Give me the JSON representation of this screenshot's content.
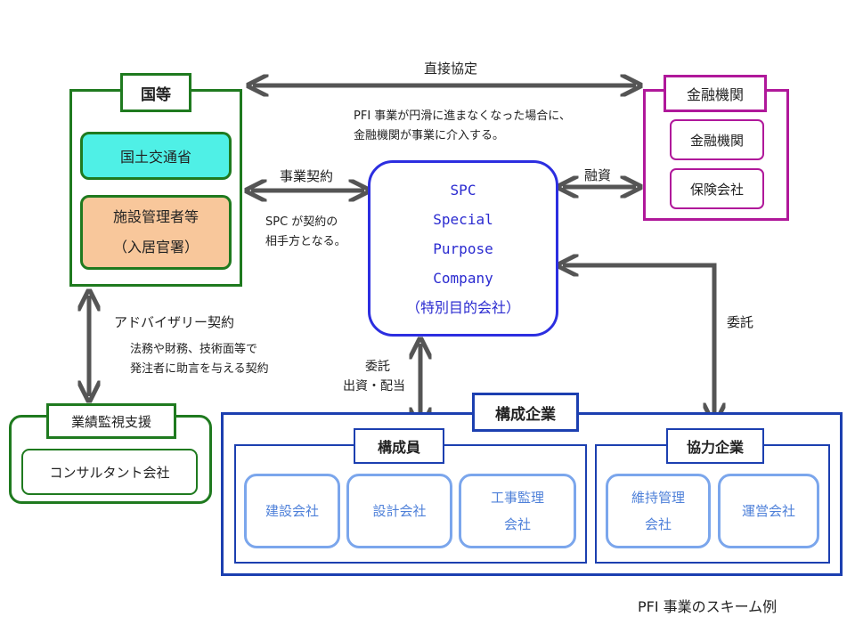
{
  "government": {
    "label": "国等",
    "ministry": "国土交通省",
    "facility_line1": "施設管理者等",
    "facility_line2": "（入居官署）"
  },
  "finance": {
    "label": "金融機関",
    "bank": "金融機関",
    "insurance": "保険会社"
  },
  "spc": {
    "line1": "SPC",
    "line2": "Special",
    "line3": "Purpose",
    "line4": "Company",
    "line5": "（特別目的会社）"
  },
  "consultant": {
    "label": "業績監視支援",
    "name": "コンサルタント会社"
  },
  "construction": {
    "label": "構成企業",
    "members_label": "構成員",
    "partners_label": "協力企業",
    "members": [
      {
        "line1": "建設会社",
        "line2": ""
      },
      {
        "line1": "設計会社",
        "line2": ""
      },
      {
        "line1": "工事監理",
        "line2": "会社"
      }
    ],
    "partners": [
      {
        "line1": "維持管理",
        "line2": "会社"
      },
      {
        "line1": "運営会社",
        "line2": ""
      }
    ]
  },
  "relations": {
    "direct_agreement": "直接協定",
    "direct_note_line1": "PFI 事業が円滑に進まなくなった場合に、",
    "direct_note_line2": "金融機関が事業に介入する。",
    "business_contract": "事業契約",
    "contract_note_line1": "SPC が契約の",
    "contract_note_line2": "相手方となる。",
    "financing": "融資",
    "advisory_contract": "アドバイザリー契約",
    "advisory_note_line1": "法務や財務、技術面等で",
    "advisory_note_line2": "発注者に助言を与える契約",
    "consignment_left": "委託",
    "investment_dividend": "出資・配当",
    "consignment_right": "委託"
  },
  "caption": "PFI 事業のスキーム例",
  "colors": {
    "government": "#1f7a1f",
    "finance": "#b0189a",
    "spc": "#2c2ee0",
    "construction": "#1c3fb0",
    "company": "#7ba6ec",
    "arrow": "#555555"
  }
}
